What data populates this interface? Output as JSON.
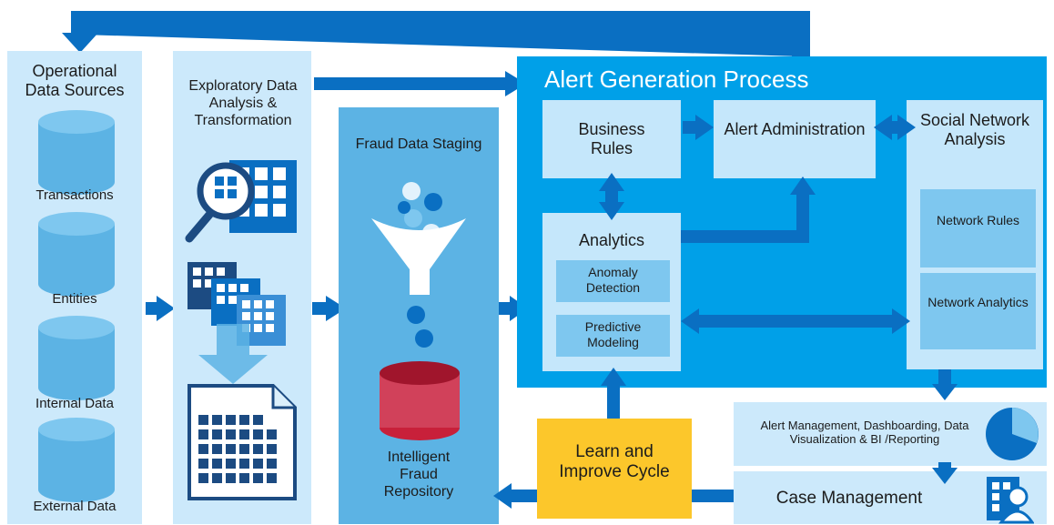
{
  "sources": {
    "title": "Operational Data Sources",
    "items": [
      "Transactions",
      "Entities",
      "Internal Data",
      "External Data"
    ]
  },
  "exploratory": {
    "title": "Exploratory Data Analysis & Transformation"
  },
  "staging": {
    "title": "Fraud Data Staging",
    "repository": "Intelligent Fraud Repository"
  },
  "alert_process": {
    "title": "Alert Generation Process",
    "business_rules": "Business Rules",
    "alert_admin": "Alert Administration",
    "analytics": "Analytics",
    "anomaly": "Anomaly Detection",
    "predictive": "Predictive Modeling",
    "sna": "Social Network Analysis",
    "network_rules": "Network Rules",
    "network_analytics": "Network Analytics"
  },
  "bottom": {
    "learn": "Learn and Improve Cycle",
    "alert_mgmt": "Alert Management, Dashboarding, Data Visualization & BI /Reporting",
    "case_mgmt": "Case Management"
  },
  "colors": {
    "arrow": "#0a6fc2",
    "light_panel": "#cce9fb",
    "staging_panel": "#5cb3e4",
    "alert_panel": "#00a0e8",
    "learn_box": "#fcc72b",
    "repository_cylinder": "#c8203a"
  }
}
